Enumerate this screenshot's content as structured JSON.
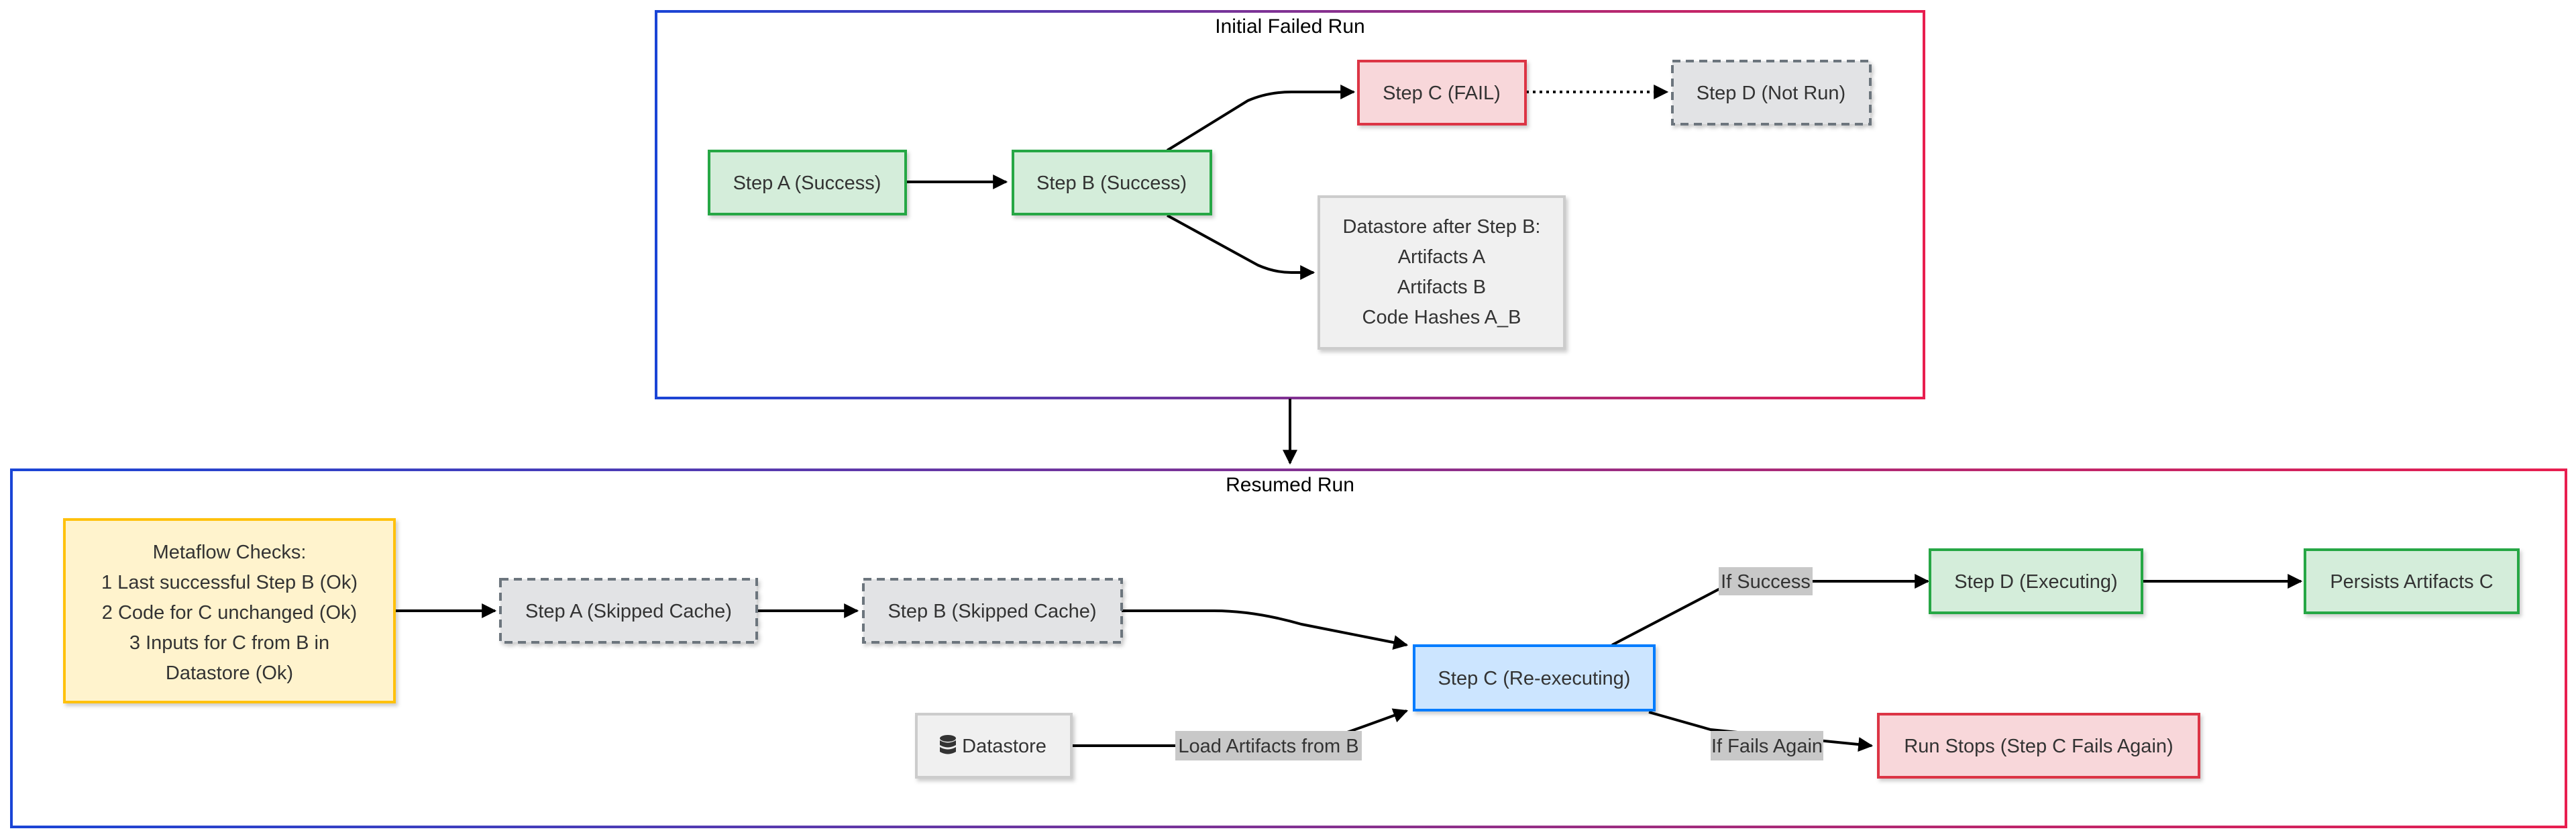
{
  "clusters": {
    "initial": {
      "title": "Initial Failed Run"
    },
    "resumed": {
      "title": "Resumed Run"
    }
  },
  "nodes": {
    "initial_a": {
      "lines": [
        "Step A (Success)"
      ]
    },
    "initial_b": {
      "lines": [
        "Step B (Success)"
      ]
    },
    "initial_c": {
      "lines": [
        "Step C (FAIL)"
      ]
    },
    "initial_d": {
      "lines": [
        "Step D (Not Run)"
      ]
    },
    "datastore_after_b": {
      "lines": [
        "Datastore after Step B:",
        "Artifacts A",
        "Artifacts B",
        "Code Hashes A_B"
      ]
    },
    "metaflow_checks": {
      "lines": [
        "Metaflow Checks:",
        "1 Last successful Step B (Ok)",
        "2 Code for C unchanged (Ok)",
        "3 Inputs for C from B in",
        "Datastore (Ok)"
      ]
    },
    "resumed_a": {
      "lines": [
        "Step A (Skipped Cache)"
      ]
    },
    "resumed_b": {
      "lines": [
        "Step B (Skipped Cache)"
      ]
    },
    "datastore": {
      "lines": [
        "Datastore"
      ],
      "icon": "database-icon"
    },
    "resumed_c": {
      "lines": [
        "Step C (Re-executing)"
      ]
    },
    "resumed_d": {
      "lines": [
        "Step D (Executing)"
      ]
    },
    "persists_c": {
      "lines": [
        "Persists Artifacts C"
      ]
    },
    "run_stops": {
      "lines": [
        "Run Stops (Step C Fails Again)"
      ]
    }
  },
  "edge_labels": {
    "load_artifacts": "Load Artifacts from B",
    "if_success": "If Success",
    "if_fails_again": "If Fails Again"
  },
  "colors": {
    "success_fill": "#d4edda",
    "success_stroke": "#28a745",
    "fail_fill": "#f8d7da",
    "fail_stroke": "#dc3545",
    "skipped_fill": "#e2e3e5",
    "skipped_stroke": "#6c757d",
    "datastore_fill": "#f0f0f0",
    "datastore_stroke": "#cccccc",
    "checks_fill": "#fff3cd",
    "checks_stroke": "#ffc107",
    "exec_fill": "#cce5ff",
    "exec_stroke": "#007bff",
    "cluster_gradient_start": "#1a45d6",
    "cluster_gradient_end": "#e81e4f",
    "edge_label_bg": "#c8c8c8"
  }
}
